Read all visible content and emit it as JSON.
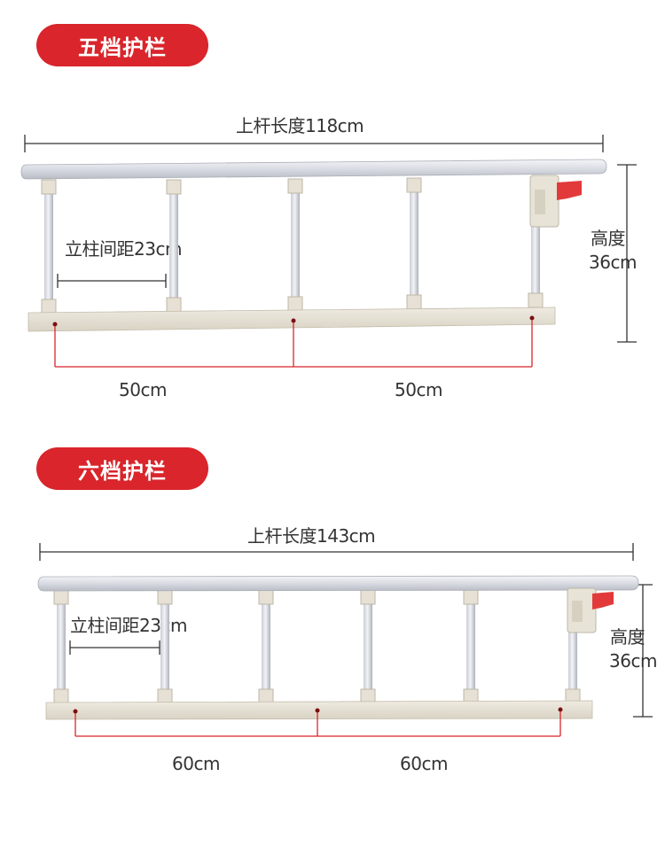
{
  "sections": [
    {
      "title": "五档护栏",
      "top_rail_length": "上杆长度118cm",
      "post_spacing": "立柱间距23cm",
      "height_label_line1": "高度",
      "height_label_line2": "36cm",
      "segment_left": "50cm",
      "segment_right": "50cm"
    },
    {
      "title": "六档护栏",
      "top_rail_length": "上杆长度143cm",
      "post_spacing": "立柱间距23cm",
      "height_label_line1": "高度",
      "height_label_line2": "36cm",
      "segment_left": "60cm",
      "segment_right": "60cm"
    }
  ],
  "colors": {
    "badge": "#d9252b",
    "rail": "#dfe2e8",
    "base": "#e7e2d6",
    "latch": "#e23a3a",
    "measure_red": "#d9252b",
    "measure_dark": "#333333"
  }
}
